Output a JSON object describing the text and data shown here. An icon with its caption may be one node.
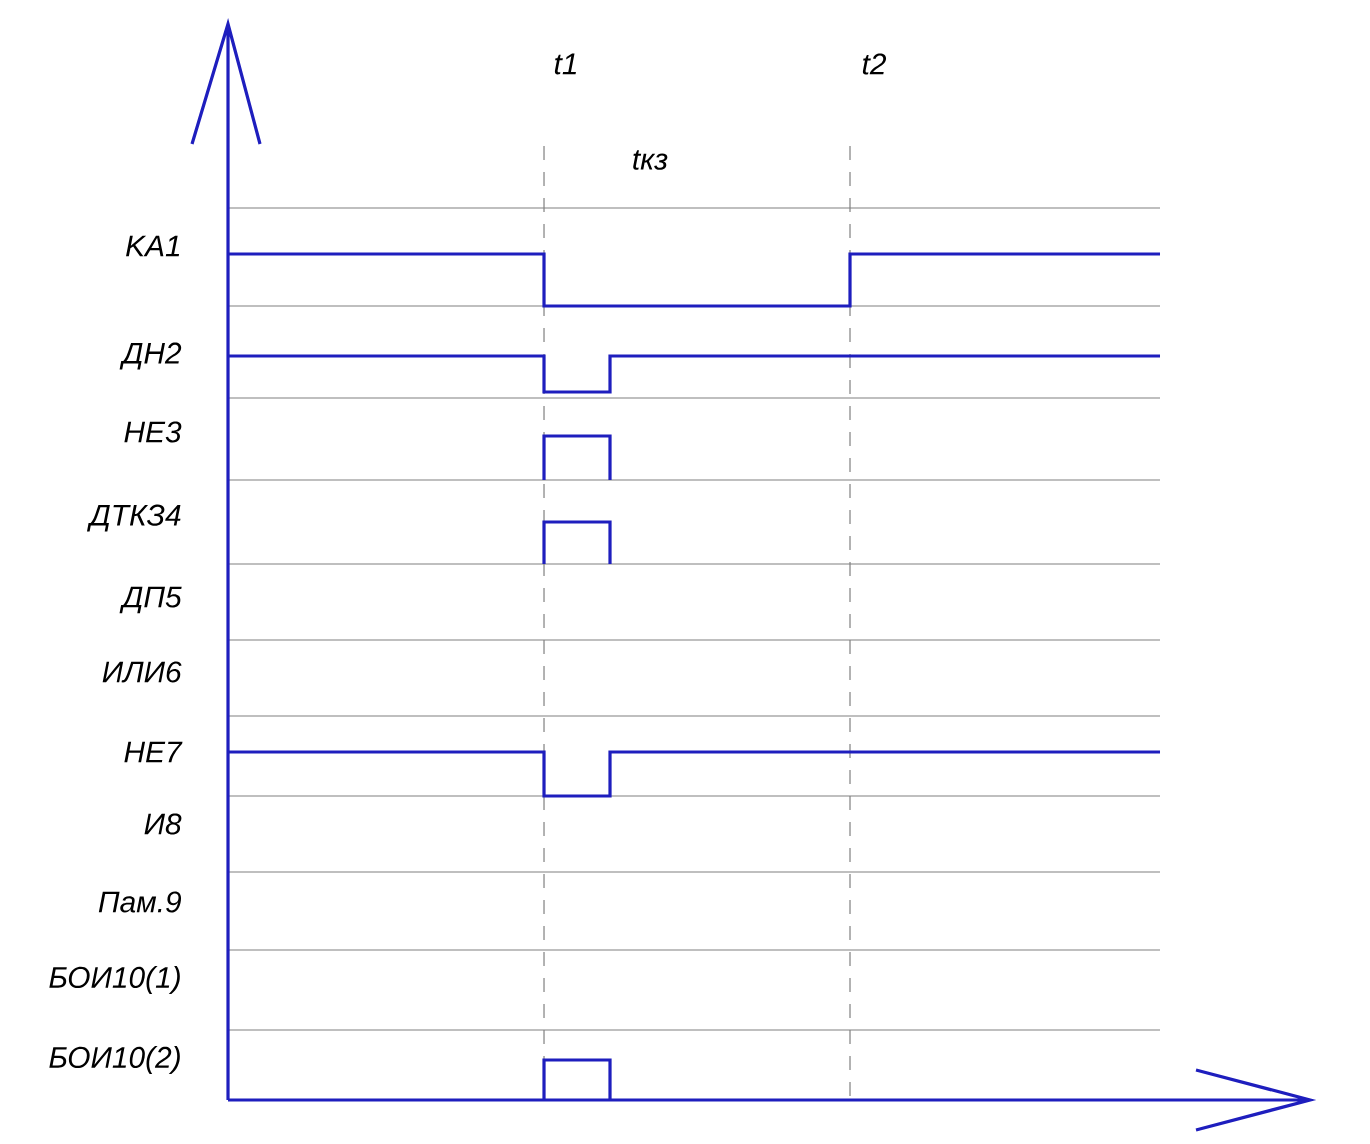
{
  "diagram": {
    "labels": [
      "t1",
      "t2",
      "tкз",
      "KA1",
      "ДН2",
      "НЕ3",
      "ДТКЗ4",
      "ДП5",
      "ИЛИ6",
      "НЕ7",
      "И8",
      "Пам.9",
      "БОИ10(1)",
      "БОИ10(2)"
    ]
  }
}
